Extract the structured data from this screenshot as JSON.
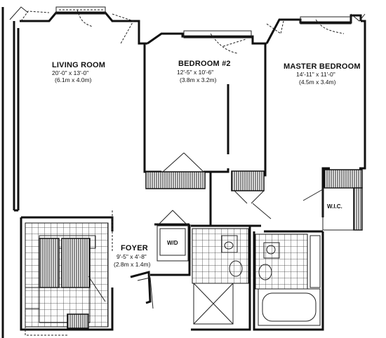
{
  "rooms": {
    "living": {
      "name": "LIVING ROOM",
      "dim_imperial": "20'-0\" x 13'-0\"",
      "dim_metric": "(6.1m x 4.0m)"
    },
    "bedroom2": {
      "name": "BEDROOM #2",
      "dim_imperial": "12'-5\" x 10'-6\"",
      "dim_metric": "(3.8m x 3.2m)"
    },
    "master": {
      "name": "MASTER BEDROOM",
      "dim_imperial": "14'-11\" x 11'-0\"",
      "dim_metric": "(4.5m x 3.4m)"
    },
    "foyer": {
      "name": "FOYER",
      "dim_imperial": "9'-5\" x 4'-8\"",
      "dim_metric": "(2.8m x 1.4m)"
    }
  },
  "labels": {
    "washer_dryer": "W/D",
    "walk_in_closet": "W.I.C."
  }
}
